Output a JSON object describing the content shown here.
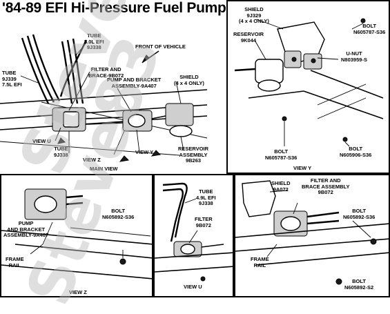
{
  "title": "'84-89 EFI Hi-Pressure Fuel Pump",
  "watermark": "Steve83",
  "main_view": {
    "caption": "MAIN VIEW",
    "labels": {
      "tube_50l": "TUBE\n5.0L EFI\n9J338",
      "tube_75l": "TUBE\n9J339\n7.5L EFI",
      "front_of_vehicle": "FRONT OF VEHICLE",
      "filter_brace": "FILTER AND\nBRACE-9B072",
      "pump_bracket": "PUMP AND BRACKET\nASSEMBLY-9A407",
      "shield": "SHIELD\n(4 x 4 ONLY)",
      "view_u": "VIEW U",
      "tube_9j338": "TUBE\n9J338",
      "view_z": "VIEW Z",
      "view_y": "VIEW Y",
      "reservoir": "RESERVOIR\nASSEMBLY\n9B263"
    }
  },
  "view_y": {
    "caption": "VIEW Y",
    "labels": {
      "shield": "SHIELD\n9J329\n(4 x 4 ONLY)",
      "bolt_top": "BOLT\nN605787-S36",
      "reservoir": "RESERVOIR\n9K044",
      "unut": "U-NUT\nN803959-S",
      "bolt_left": "BOLT\nN605787-S36",
      "bolt_right": "BOLT\nN605906-S36"
    }
  },
  "view_z": {
    "caption": "VIEW Z",
    "labels": {
      "pump_bracket": "PUMP\nAND BRACKET\nASSEMBLY-9A407",
      "bolt": "BOLT\nN605892-S36",
      "frame_rail": "FRAME\nRAIL"
    }
  },
  "view_u": {
    "caption": "VIEW U",
    "labels": {
      "tube": "TUBE\n4.9L EFI\n9J338",
      "filter": "FILTER\n9B072"
    }
  },
  "view_4": {
    "labels": {
      "shield": "SHIELD\n9A072",
      "filter_brace": "FILTER AND\nBRACE ASSEMBLY\n9B072",
      "bolt_top": "BOLT\nN605892-S36",
      "frame_rail": "FRAME\nRAIL",
      "bolt_bottom": "BOLT\nN605892-S2"
    }
  }
}
